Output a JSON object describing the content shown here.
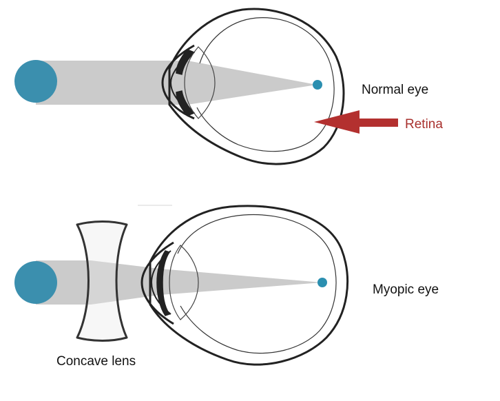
{
  "labels": {
    "normal_eye": "Normal eye",
    "retina": "Retina",
    "myopic_eye": "Myopic eye",
    "concave_lens": "Concave lens"
  },
  "colors": {
    "object": "#3b8fae",
    "focus_point": "#2b8fb0",
    "beam": "#cbcbcb",
    "outline": "#222222",
    "arrow": "#b3302f",
    "retina_label": "#a8302d"
  }
}
